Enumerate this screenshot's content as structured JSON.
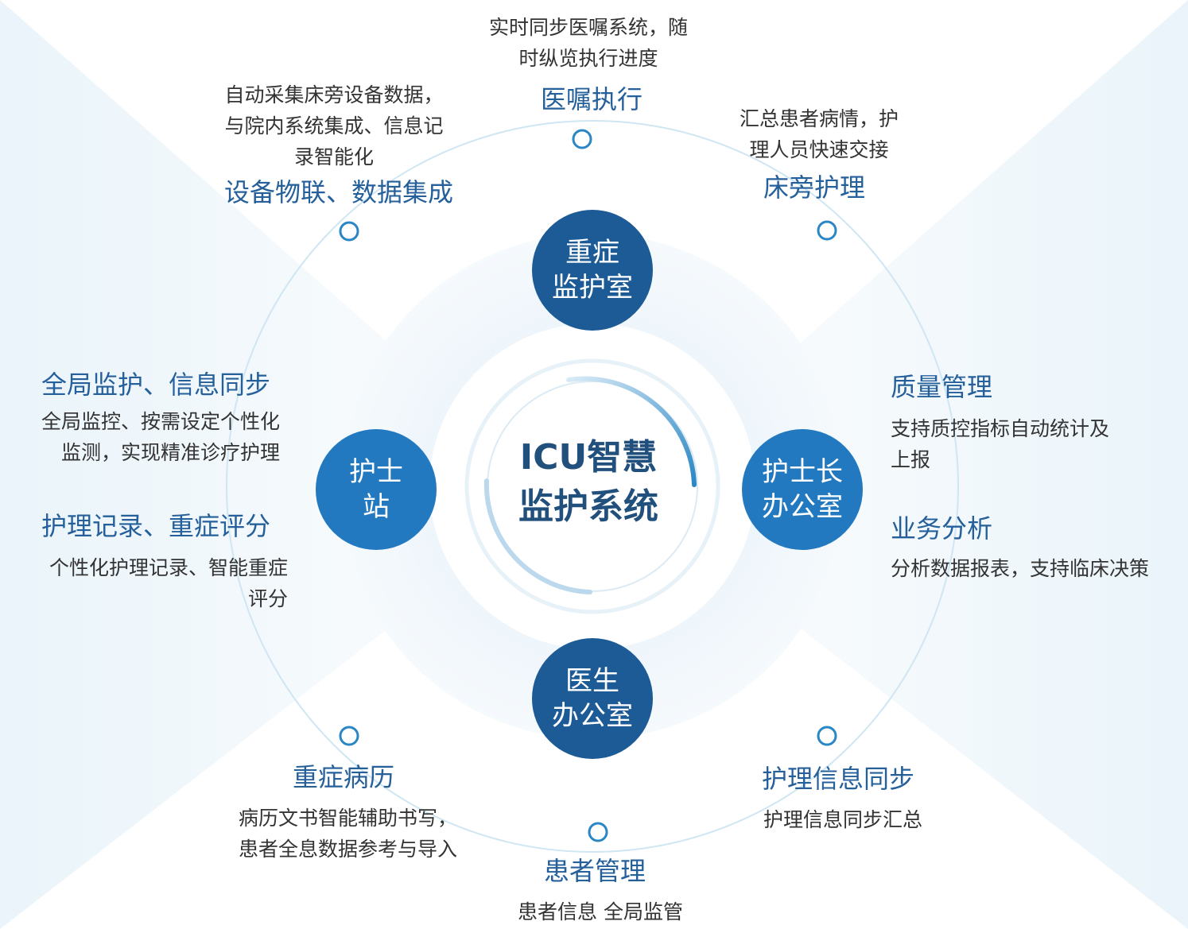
{
  "center": {
    "line1": "ICU智慧",
    "line2": "监护系统"
  },
  "nodes": {
    "icu_ward": {
      "line1": "重症",
      "line2": "监护室"
    },
    "nurse_station": {
      "line1": "护士",
      "line2": "站"
    },
    "head_nurse_office": {
      "line1": "护士长",
      "line2": "办公室"
    },
    "doctor_office": {
      "line1": "医生",
      "line2": "办公室"
    }
  },
  "features": {
    "order_execution": {
      "title": "医嘱执行",
      "desc": [
        "实时同步医嘱系统，随",
        "时纵览执行进度"
      ]
    },
    "device_iot": {
      "title": "设备物联、数据集成",
      "desc": [
        "自动采集床旁设备数据，",
        "与院内系统集成、信息记",
        "录智能化"
      ]
    },
    "bedside_care": {
      "title": "床旁护理",
      "desc": [
        "汇总患者病情，护",
        "理人员快速交接"
      ]
    },
    "global_monitor": {
      "title": "全局监护、信息同步",
      "desc": [
        "全局监控、按需设定个性化",
        "监测，实现精准诊疗护理"
      ]
    },
    "care_record": {
      "title": "护理记录、重症评分",
      "desc": [
        "个性化护理记录、智能重症",
        "评分"
      ]
    },
    "quality_mgmt": {
      "title": "质量管理",
      "desc": [
        "支持质控指标自动统计及",
        "上报"
      ]
    },
    "business_analysis": {
      "title": "业务分析",
      "desc": [
        "分析数据报表，支持临床决策"
      ]
    },
    "critical_record": {
      "title": "重症病历",
      "desc": [
        "病历文书智能辅助书写，",
        "患者全息数据参考与导入"
      ]
    },
    "care_sync": {
      "title": "护理信息同步",
      "desc": [
        "护理信息同步汇总"
      ]
    },
    "patient_mgmt": {
      "title": "患者管理",
      "desc": [
        "患者信息 全局监管"
      ]
    }
  },
  "colors": {
    "dark_node": "#1c5b96",
    "mid_node": "#2279bf",
    "title_text": "#25609b",
    "center_text": "#22507c",
    "orbit": "#cfe6f3",
    "dot": "#2a86c4"
  }
}
